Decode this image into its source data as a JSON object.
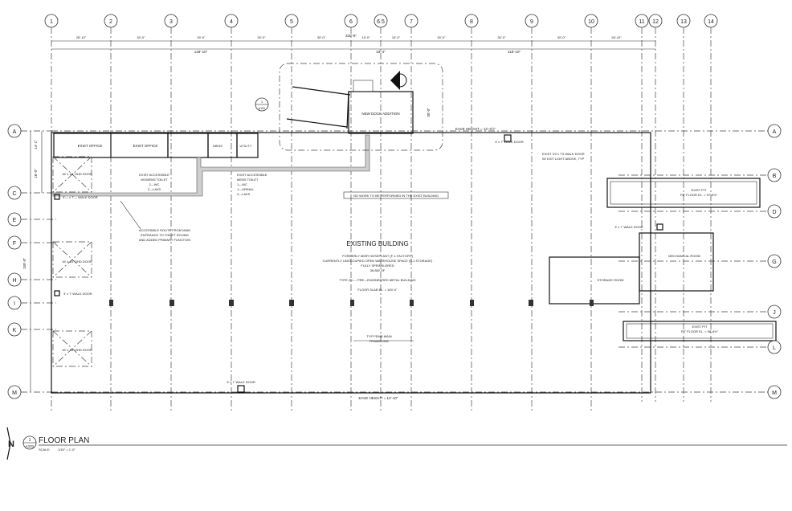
{
  "grid": {
    "columns": [
      "1",
      "2",
      "3",
      "4",
      "5",
      "6",
      "6.5",
      "7",
      "8",
      "9",
      "10",
      "11",
      "12",
      "13",
      "14"
    ],
    "rows": [
      "A",
      "B",
      "C",
      "D",
      "E",
      "F",
      "G",
      "H",
      "I",
      "J",
      "K",
      "L",
      "M"
    ]
  },
  "dimensions": {
    "bays": [
      "28'-10\"",
      "30'-0\"",
      "30'-0\"",
      "30'-0\"",
      "30'-0\"",
      "15'-0\"",
      "15'-0\"",
      "30'-0\"",
      "30'-0\"",
      "30'-0\"",
      "28'-10\""
    ],
    "overall": "330'-8\"",
    "left_segment": "148'-10\"",
    "mid_segment": "33'-4\"",
    "right_segment": "118'-10\"",
    "left_vertical_1": "14'-1\"",
    "left_vertical_2": "16'-0\"",
    "left_vertical_overall": "150'-0\"",
    "addition_depth": "30'-0\""
  },
  "labels": {
    "new_dock_addition": "NEW DOCK ADDITION",
    "eave_top": "EAVE HEIGHT = 12'-4½\"",
    "eave_bottom": "EAVE HEIGHT = 12'-10\"",
    "exist_office_1": "EXIST OFFICE",
    "exist_office_2": "EXIST OFFICE",
    "mens": "MENS",
    "utility": "UTILITY",
    "womens_toilet": [
      "EXIST ACCESSIBLE",
      "WOMENS TOILET",
      "2—WC",
      "2—LAVS"
    ],
    "mens_toilet": [
      "EXIST ACCESSIBLE",
      "MENS TOILET",
      "1—WC",
      "1—URINAL",
      "2—LAVS"
    ],
    "walk_door_note": "3'— x 7'— WALK DOOR",
    "walk_door_exit": [
      "EXIST 3'0 x 7'0 WALK DOOR",
      "W/ EXIT LIGHT ABOVE, TYP"
    ],
    "no_work": "NO WORK TO BE PERFORMED IN THE EXIST BUILDING",
    "ohd_door": "16' x 16' OHD DOOR",
    "walk_door": "3' x 7' WALK DOOR",
    "accessible_route": [
      "ACCESSIBLE ROUTE FROM MAIN",
      "ENTRANCE TO TOILET ROOMS",
      "AND ADDED PRIMARY FUNCTION"
    ],
    "existing_building": "EXISTING BUILDING",
    "building_notes": [
      "FORMERLY MIER HOSEPLANT (F-1 FACTORY)",
      "CURRENTLY UNOCCUPIED OPEN WAREHOUSE SPACE (S-1 STORAGE)",
      "FULLY SPRINKLERED",
      "38,882 SF",
      "",
      "TYPE 2B — PRE—ENGINEERED METAL BUILDING",
      "",
      "FLOOR SLAB EL. = 100'-0\""
    ],
    "pit_1": [
      "EXIST PIT",
      "PIT FLOOR EL. = 97'-6½\""
    ],
    "pit_2": [
      "EXIST PIT",
      "PIT FLOOR EL. = 98'-6½\""
    ],
    "mechanical_room": "MECHANICAL ROOM",
    "storage_room": "STORAGE ROOM",
    "frame_line": [
      "TYP PEMB MAIN",
      "FRAME LINE"
    ],
    "detail_ref": [
      "1",
      "A102"
    ]
  },
  "title_block": {
    "north": "N",
    "sheet_number": "1",
    "sheet_ref": "A101",
    "title": "FLOOR PLAN",
    "scale_label": "SCALE:",
    "scale": "1/16\" = 1'-0\""
  }
}
